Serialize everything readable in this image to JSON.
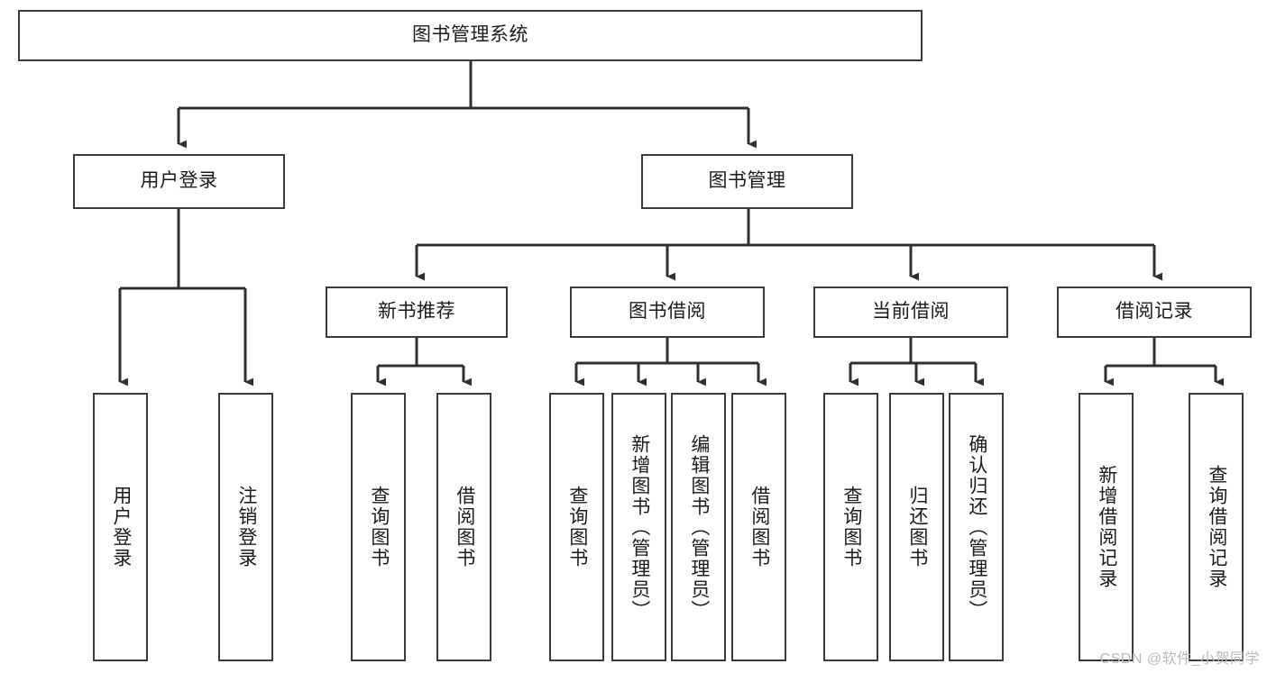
{
  "diagram": {
    "title": "图书管理系统",
    "type": "tree-hierarchy-chart",
    "colors": {
      "box_border": "#3a3a3a",
      "box_fill": "#ffffff",
      "connector": "#2f2f2f",
      "text": "#1a1a1a",
      "watermark": "#b9b9b9",
      "background": "#ffffff"
    },
    "root": {
      "label": "图书管理系统"
    },
    "level2": [
      {
        "label": "用户登录"
      },
      {
        "label": "图书管理"
      }
    ],
    "level3": [
      {
        "label": "新书推荐"
      },
      {
        "label": "图书借阅"
      },
      {
        "label": "当前借阅"
      },
      {
        "label": "借阅记录"
      }
    ],
    "leaves": {
      "user_login": [
        {
          "label": "用户登录"
        },
        {
          "label": "注销登录"
        }
      ],
      "new_book_recommend": [
        {
          "label": "查询图书"
        },
        {
          "label": "借阅图书"
        }
      ],
      "book_borrow": [
        {
          "label": "查询图书"
        },
        {
          "label": "新增图书（管理员）"
        },
        {
          "label": "编辑图书（管理员）"
        },
        {
          "label": "借阅图书"
        }
      ],
      "current_borrow": [
        {
          "label": "查询图书"
        },
        {
          "label": "归还图书"
        },
        {
          "label": "确认归还（管理员）"
        }
      ],
      "borrow_record": [
        {
          "label": "新增借阅记录"
        },
        {
          "label": "查询借阅记录"
        }
      ]
    },
    "watermark": "CSDN @软件_小贺同学"
  }
}
